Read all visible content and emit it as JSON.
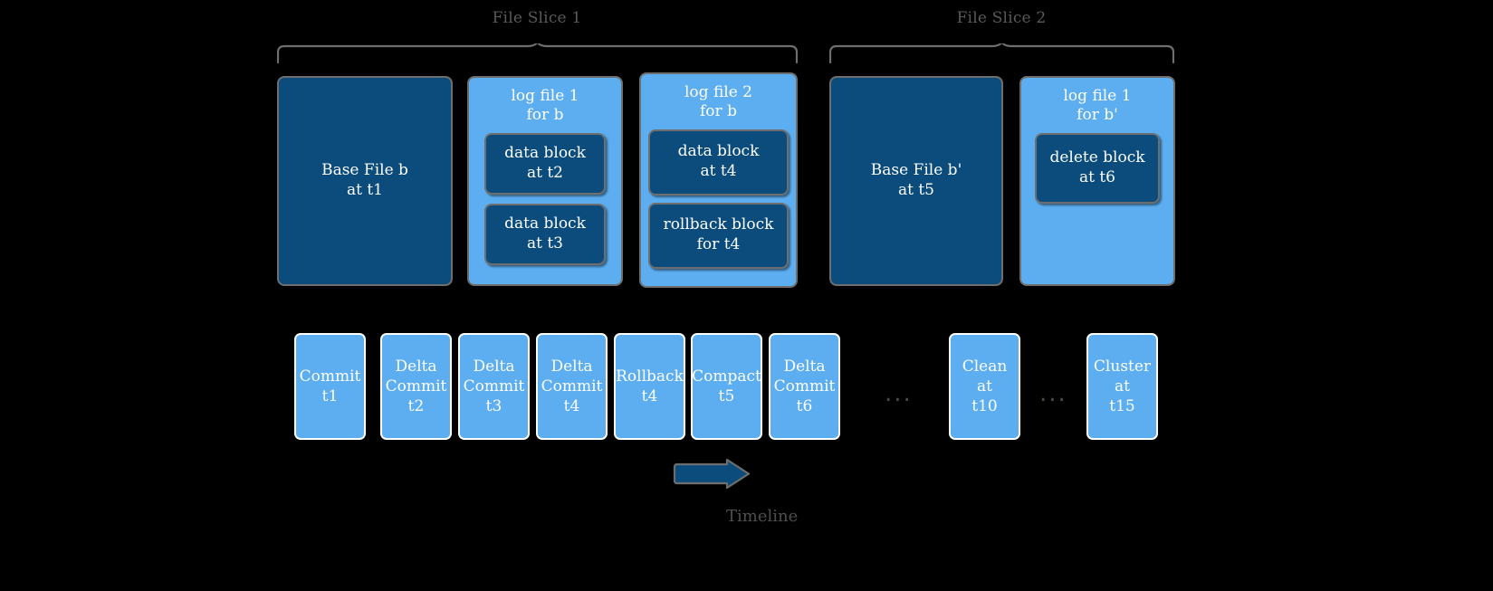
{
  "diagram": {
    "title_slices": [
      {
        "label": "File Slice 1"
      },
      {
        "label": "File Slice 2"
      }
    ],
    "timeline_caption": "Timeline",
    "colors": {
      "dark_blue": "#0B4C7C",
      "light_blue": "#5CAEF0",
      "box_border": "#6E6E6E",
      "timeline_border": "#FFFFFF",
      "background": "#000000",
      "label_gray": "#595959"
    }
  },
  "file_slice_1": {
    "base_file": {
      "line1": "Base File b",
      "line2": "at t1"
    },
    "log_file_1": {
      "title_line1": "log file 1",
      "title_line2": "for b",
      "blocks": [
        {
          "line1": "data block",
          "line2": "at t2"
        },
        {
          "line1": "data block",
          "line2": "at t3"
        }
      ]
    },
    "log_file_2": {
      "title_line1": "log file 2",
      "title_line2": "for b",
      "blocks": [
        {
          "line1": "data block",
          "line2": "at t4"
        },
        {
          "line1": "rollback block",
          "line2": "for t4"
        }
      ]
    }
  },
  "file_slice_2": {
    "base_file": {
      "line1": "Base File b'",
      "line2": "at t5"
    },
    "log_file_1": {
      "title_line1": "log file 1",
      "title_line2": "for b'",
      "blocks": [
        {
          "line1": "delete block",
          "line2": "at t6"
        }
      ]
    }
  },
  "timeline": {
    "instants": [
      {
        "line1": "Commit",
        "line2": "t1",
        "line3": ""
      },
      {
        "line1": "Delta",
        "line2": "Commit",
        "line3": "t2"
      },
      {
        "line1": "Delta",
        "line2": "Commit",
        "line3": "t3"
      },
      {
        "line1": "Delta",
        "line2": "Commit",
        "line3": "t4"
      },
      {
        "line1": "Rollback",
        "line2": "t4",
        "line3": ""
      },
      {
        "line1": "Compact",
        "line2": "t5",
        "line3": ""
      },
      {
        "line1": "Delta",
        "line2": "Commit",
        "line3": "t6"
      },
      {
        "line1": "Clean",
        "line2": "at",
        "line3": "t10"
      },
      {
        "line1": "Cluster",
        "line2": "at",
        "line3": "t15"
      }
    ],
    "ellipsis": "..."
  }
}
